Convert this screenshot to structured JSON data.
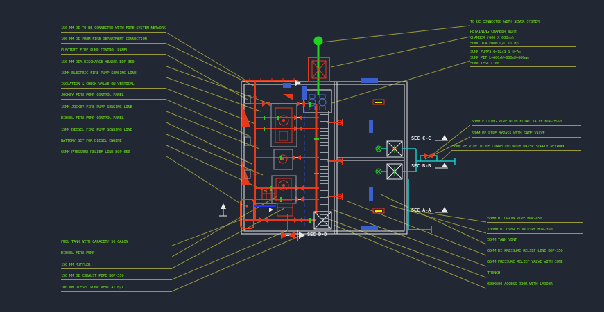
{
  "colors": {
    "background": "#212834",
    "label_green": "#74E418",
    "leader_olive": "#98983F",
    "wall_white": "#E8E8E8",
    "pipe_red": "#E8391B",
    "panel_blue": "#3C5FD0",
    "pipe_cyan": "#19C8C8",
    "valve_green": "#1ED41E",
    "accent_yellow": "#E8E800"
  },
  "labels": {
    "left_top": [
      "150 MM DI TO BE CONNECTED WITH FIRE SYSTEM NETWORK",
      "100 MM DI FROM FIRE DEPARTMENT CONNECTION",
      "ELECTRIC FIRE PUMP CONTROL PANEL",
      "150 MM DIA DISCHARGE HEADER BOP-350",
      "15MM ELECTRIC FIRE PUMP SENSING LINE",
      "ISOLATION & CHECK VALVE ON VERTICAL",
      "JOCKEY FIRE PUMP CONTROL PANEL",
      "15MM JOCKEY FIRE PUMP SENSING LINE",
      "DIESEL FIRE PUMP CONTROL PANEL",
      "15MM DIESEL FIRE PUMP SENSING LINE",
      "BATTERY SET FOR DIESEL ENGINE",
      "65MM PRESSURE RELIEF LINE BOP-650"
    ],
    "left_bottom": [
      "FUEL TANK WITH CAPACITY 50 GALON",
      "DIESEL FIRE PUMP",
      "150 MM MUFFLER",
      "150 MM DI EXHAUST PIPE BOP-350",
      "100 MM DIESEL PUMP VENT AT H/L"
    ],
    "right_top": {
      "sewer": "TO BE CONNECTED WITH SEWER SYSTEM",
      "chamber": [
        "RETAINING CHAMBER WITH",
        "CHAMBER (600 X 600mm)",
        "50mm DIA FROM L/L TO H/L"
      ],
      "sump": [
        "SUMP PUMPS Q=1L/S & H=7m",
        "SUMP PIT L=600xW=600xH=600mm",
        "50MM TEST LINE"
      ]
    },
    "right_mid": [
      "50MM FILLING PIPE WITH FLOAT VALVE BOP-3550",
      "50MM PE PIPE BYPASS WITH GATE VALVE",
      "50MM PE PIPE TO BE CONNECTED WITH WATER SUPPLY NETWORK"
    ],
    "right_bottom": [
      "50MM DI DRAIN PIPE BOP-450",
      "100MM DI OVER FLOW PIPE BOP-350",
      "50MM TANK VENT",
      "65MM DI PRESSURE RELIEF LINE BOP-350",
      "65MM PRESSURE RELIEF VALVE WITH CONE",
      "TRENCH",
      "600X600 ACCESS DOOR WITH LADDER"
    ],
    "sections": {
      "cc": "SEC C-C",
      "bb": "SEC B-B",
      "aa": "SEC A-A",
      "dd": "SEC D-D"
    }
  }
}
